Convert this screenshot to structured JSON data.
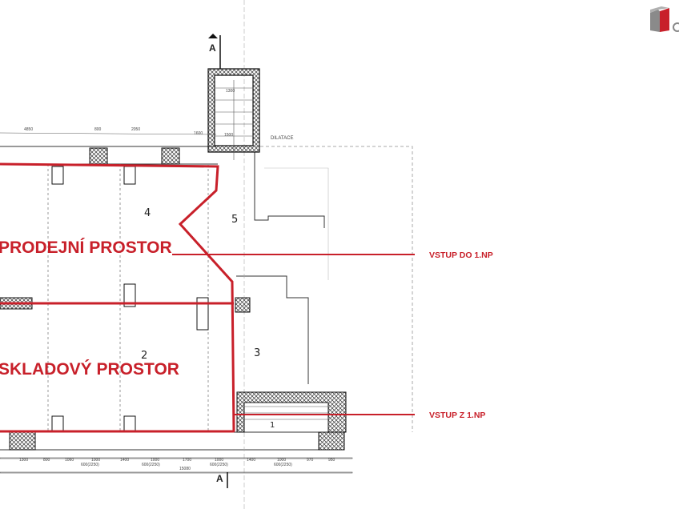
{
  "plan": {
    "areas": [
      {
        "label": "PRODEJNÍ PROSTOR"
      },
      {
        "label": "SKLADOVÝ PROSTOR"
      }
    ],
    "entrances": [
      {
        "label": "VSTUP DO 1.NP"
      },
      {
        "label": "VSTUP Z 1.NP"
      }
    ],
    "room_numbers": [
      "1",
      "2",
      "3",
      "4",
      "5"
    ],
    "section_marker": "A",
    "note": "DILATACE",
    "top_dimensions": [
      "4850",
      "800",
      "2050",
      "1600",
      "1500",
      "1300"
    ],
    "bottom_dimensions": [
      "1300",
      "800",
      "1060",
      "1000",
      "1400",
      "1000",
      "1700",
      "1000",
      "1400",
      "1000",
      "970",
      "950"
    ],
    "bottom_sub_dimensions": [
      "600(2250)",
      "600(2250)",
      "600(2250)",
      "600(2250)"
    ],
    "bottom_total": "15080",
    "highlight_color": "#c8202a"
  },
  "logo": {
    "colors": {
      "gray": "#8a8a8a",
      "red": "#c8202a"
    }
  }
}
